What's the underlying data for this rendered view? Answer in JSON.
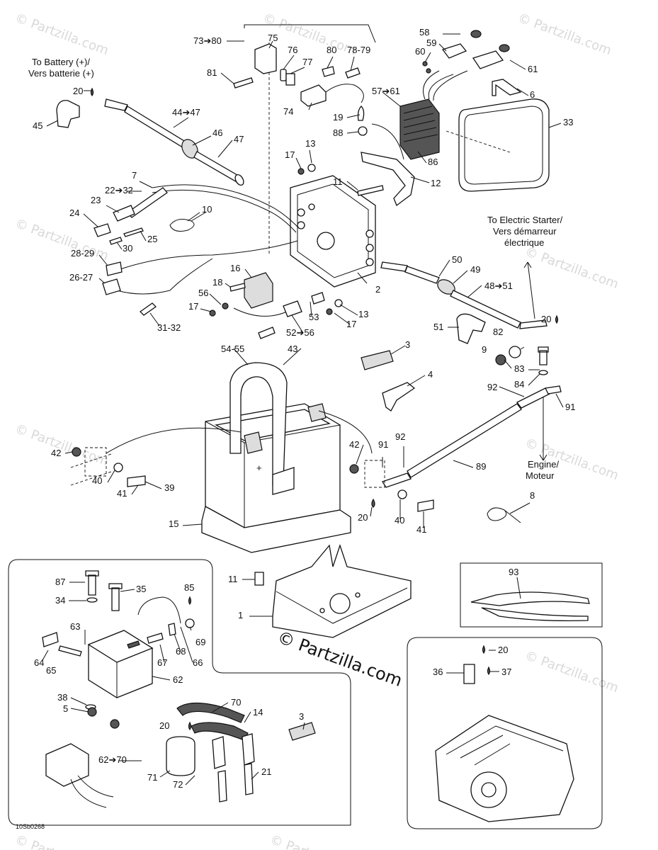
{
  "diagram": {
    "notes": {
      "to_battery_1": "To Battery (+)/",
      "to_battery_2": "Vers batterie (+)",
      "to_starter_1": "To Electric Starter/",
      "to_starter_2": "Vers démarreur",
      "to_starter_3": "électrique",
      "engine_1": "Engine/",
      "engine_2": "Moteur"
    },
    "brand": "© Partzilla.com",
    "watermark": "© Partzilla.com",
    "drawing_code": "10Sb0268",
    "callouts": [
      "73➔80",
      "75",
      "76",
      "77",
      "80",
      "78-79",
      "81",
      "58",
      "59",
      "60",
      "61",
      "57➔61",
      "6",
      "33",
      "20",
      "45",
      "44➔47",
      "46",
      "47",
      "19",
      "88",
      "86",
      "17",
      "13",
      "11",
      "12",
      "7",
      "22➔32",
      "23",
      "10",
      "24",
      "25",
      "30",
      "28-29",
      "26-27",
      "31-32",
      "16",
      "18",
      "56",
      "17",
      "53",
      "13",
      "17",
      "52➔56",
      "2",
      "50",
      "49",
      "48➔51",
      "51",
      "20",
      "82",
      "9",
      "83",
      "84",
      "92",
      "91",
      "54-55",
      "43",
      "3",
      "4",
      "42",
      "40",
      "41",
      "39",
      "15",
      "42",
      "91",
      "92",
      "89",
      "20",
      "40",
      "41",
      "8",
      "74",
      "87",
      "35",
      "85",
      "34",
      "63",
      "69",
      "68",
      "67",
      "66",
      "64",
      "65",
      "62",
      "38",
      "5",
      "70",
      "14",
      "20",
      "62➔70",
      "71",
      "72",
      "21",
      "3",
      "11",
      "1",
      "93",
      "20",
      "36",
      "37"
    ]
  }
}
